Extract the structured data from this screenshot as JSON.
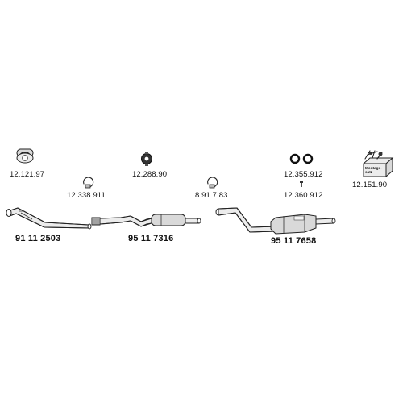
{
  "accessories": [
    {
      "code": "12.121.97",
      "icon": "gasket-icon"
    },
    {
      "code": "12.338.911",
      "icon": "clamp-icon"
    },
    {
      "code": "12.288.90",
      "icon": "rubber-hanger-icon"
    },
    {
      "code": "8.91.7.83",
      "icon": "clamp-icon"
    },
    {
      "code": "12.355.912",
      "icon": "rubber-rings-icon"
    },
    {
      "code": "12.360.912",
      "icon": "bolt-icon"
    },
    {
      "code": "12.151.90",
      "icon": "mounting-kit-box-icon"
    }
  ],
  "parts": [
    {
      "number": "91 11 2503",
      "icon": "front-pipe-icon"
    },
    {
      "number": "95 11 7316",
      "icon": "middle-silencer-icon"
    },
    {
      "number": "95 11 7658",
      "icon": "rear-silencer-icon"
    }
  ],
  "kit_box_text": "Montage-satz"
}
